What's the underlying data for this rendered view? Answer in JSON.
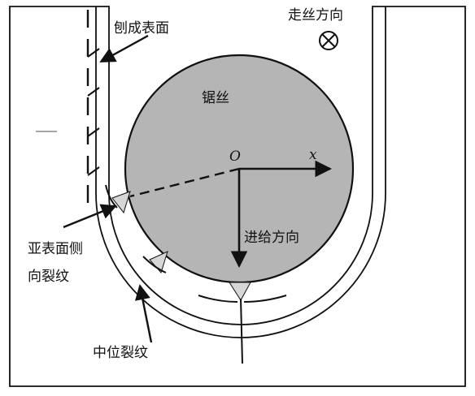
{
  "labels": {
    "planed_surface": "刨成表面",
    "wire_direction": "走丝方向",
    "saw_wire": "锯丝",
    "origin": "O",
    "x_axis": "x",
    "feed_direction": "进给方向",
    "lateral_crack_line1": "亚表面侧",
    "lateral_crack_line2": "向裂纹",
    "median_crack": "中位裂纹"
  },
  "colors": {
    "wire_fill": "#b5b5b5",
    "crack_fill": "#d6d6d6",
    "stroke": "#111111",
    "background": "#ffffff"
  },
  "icons": {
    "wire_direction_symbol": "circle-cross-icon"
  }
}
